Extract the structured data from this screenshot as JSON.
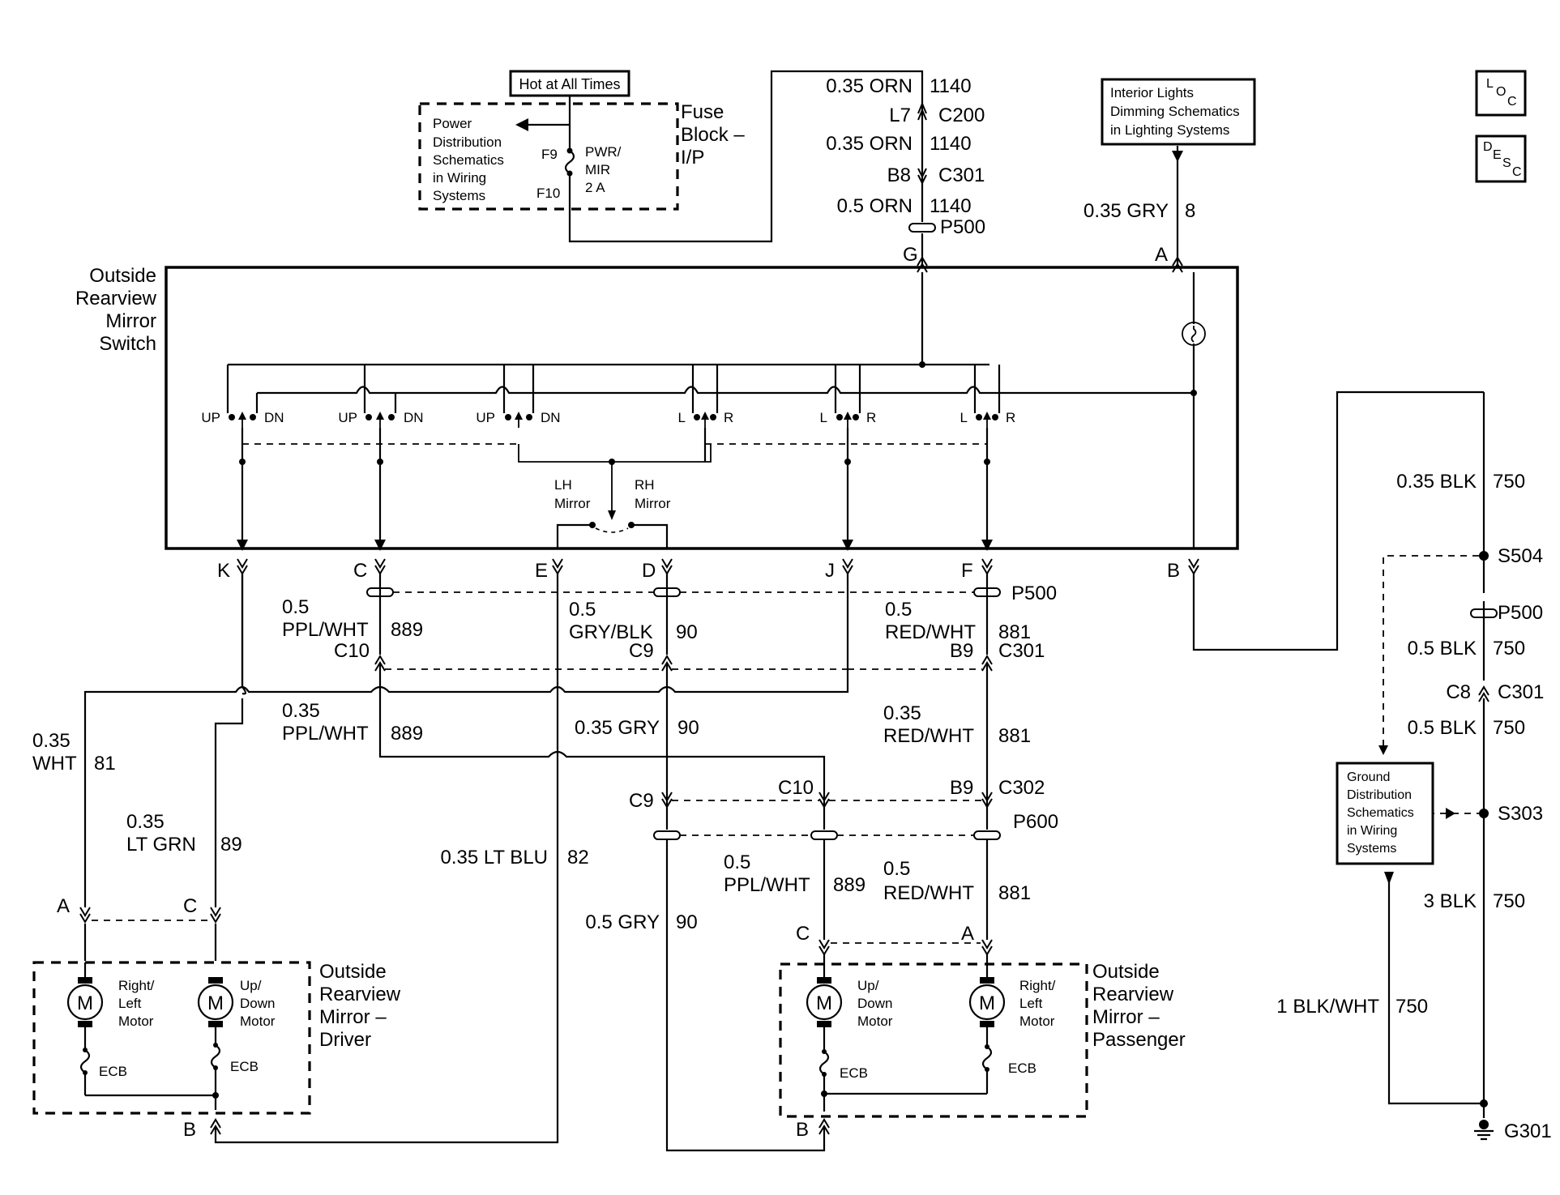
{
  "hot_at_all_times": "Hot at All Times",
  "fuse_block": {
    "line1": "Fuse",
    "line2": "Block –",
    "line3": "I/P"
  },
  "power_distribution_ref": [
    "Power",
    "Distribution",
    "Schematics",
    "in Wiring",
    "Systems"
  ],
  "fuse": {
    "in_pin": "F9",
    "out_pin": "F10",
    "name_line1": "PWR/",
    "name_line2": "MIR",
    "rating": "2 A"
  },
  "interior_lights_ref": [
    "Interior Lights",
    "Dimming Schematics",
    "in Lighting Systems"
  ],
  "loc_icon": {
    "l": "L",
    "o": "O",
    "c": "C"
  },
  "desc_icon": {
    "d": "D",
    "e": "E",
    "s": "S",
    "c": "C"
  },
  "top_feed": {
    "w1_gauge": "0.35 ORN",
    "w1_circuit": "1140",
    "c200_pin": "L7",
    "c200": "C200",
    "w2_gauge": "0.35 ORN",
    "w2_circuit": "1140",
    "c301_pin": "B8",
    "c301": "C301",
    "w3_gauge": "0.5 ORN",
    "w3_circuit": "1140",
    "p500": "P500",
    "pin": "G"
  },
  "gry8": {
    "gauge": "0.35 GRY",
    "circuit": "8",
    "pin": "A"
  },
  "switch": {
    "title": [
      "Outside",
      "Rearview",
      "Mirror",
      "Switch"
    ],
    "contacts": [
      {
        "a": "UP",
        "b": "DN"
      },
      {
        "a": "UP",
        "b": "DN"
      },
      {
        "a": "UP",
        "b": "DN"
      },
      {
        "a": "L",
        "b": "R"
      },
      {
        "a": "L",
        "b": "R"
      },
      {
        "a": "L",
        "b": "R"
      }
    ],
    "lh": [
      "LH",
      "Mirror"
    ],
    "rh": [
      "RH",
      "Mirror"
    ],
    "pins": [
      "K",
      "C",
      "E",
      "D",
      "J",
      "F",
      "B"
    ]
  },
  "conn_p500": "P500",
  "w889": {
    "size": "0.5",
    "color": "PPL/WHT",
    "circuit": "889",
    "pin": "C10"
  },
  "w90": {
    "size": "0.5",
    "color": "GRY/BLK",
    "circuit": "90",
    "pin": "C9"
  },
  "w881": {
    "size": "0.5",
    "color": "RED/WHT",
    "circuit": "881",
    "pin": "B9",
    "conn": "C301"
  },
  "w889b": {
    "size": "0.35",
    "color": "PPL/WHT",
    "circuit": "889"
  },
  "w90b": {
    "label": "0.35 GRY",
    "circuit": "90"
  },
  "w881b": {
    "size": "0.35",
    "color": "RED/WHT",
    "circuit": "881"
  },
  "w81": {
    "size": "0.35",
    "color": "WHT",
    "circuit": "81"
  },
  "w89": {
    "size": "0.35",
    "color": "LT GRN",
    "circuit": "89"
  },
  "w82": {
    "label": "0.35 LT BLU",
    "circuit": "82"
  },
  "c302": {
    "pin_c9": "C9",
    "pin_c10": "C10",
    "pin_b9": "B9",
    "conn": "C302",
    "p600": "P600"
  },
  "pass_889": {
    "size": "0.5",
    "color": "PPL/WHT",
    "circuit": "889"
  },
  "pass_881": {
    "size": "0.5",
    "color": "RED/WHT",
    "circuit": "881"
  },
  "pass_90": {
    "label": "0.5 GRY",
    "circuit": "90"
  },
  "driver_mirror": {
    "title": [
      "Outside",
      "Rearview",
      "Mirror –",
      "Driver"
    ],
    "pin_a": "A",
    "pin_c": "C",
    "pin_b": "B",
    "motor1": [
      "Right/",
      "Left",
      "Motor"
    ],
    "motor2": [
      "Up/",
      "Down",
      "Motor"
    ],
    "motor_symbol": "M",
    "ecb": "ECB"
  },
  "pass_mirror": {
    "title": [
      "Outside",
      "Rearview",
      "Mirror –",
      "Passenger"
    ],
    "pin_c": "C",
    "pin_a": "A",
    "pin_b": "B",
    "motor1": [
      "Up/",
      "Down",
      "Motor"
    ],
    "motor2": [
      "Right/",
      "Left",
      "Motor"
    ],
    "motor_symbol": "M",
    "ecb": "ECB"
  },
  "ground": {
    "w1_gauge": "0.35 BLK",
    "w1_circuit": "750",
    "s504": "S504",
    "p500": "P500",
    "w2_gauge": "0.5 BLK",
    "w2_circuit": "750",
    "c301_pin": "C8",
    "c301": "C301",
    "w3_gauge": "0.5 BLK",
    "w3_circuit": "750",
    "s303": "S303",
    "w4_gauge": "3 BLK",
    "w4_circuit": "750",
    "w5_gauge": "1 BLK/WHT",
    "w5_circuit": "750",
    "g301": "G301"
  },
  "ground_ref": [
    "Ground",
    "Distribution",
    "Schematics",
    "in Wiring",
    "Systems"
  ]
}
